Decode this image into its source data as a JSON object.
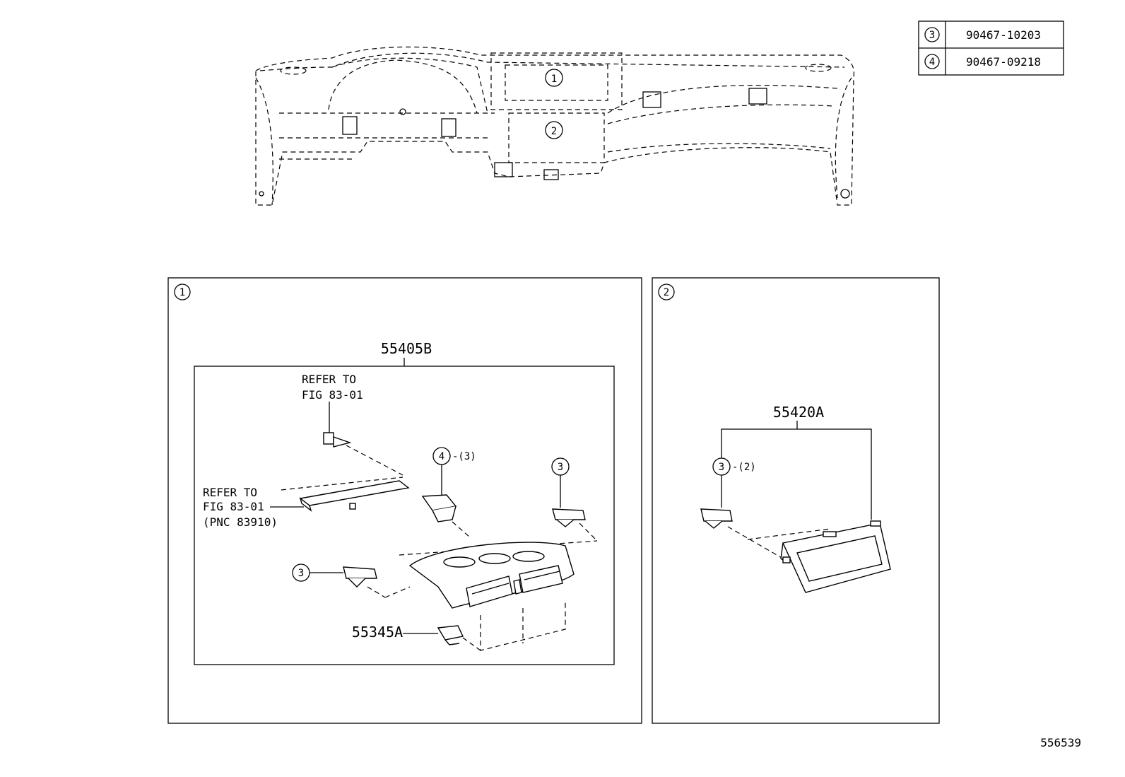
{
  "legend": [
    {
      "ref": "3",
      "part": "90467-10203"
    },
    {
      "ref": "4",
      "part": "90467-09218"
    }
  ],
  "overview": {
    "callout_1": "1",
    "callout_2": "2"
  },
  "panel1": {
    "ref": "1",
    "assembly_label": "55405B",
    "refer_top": [
      "REFER TO",
      "FIG 83-01"
    ],
    "refer_left": [
      "REFER TO",
      "FIG 83-01",
      "(PNC 83910)"
    ],
    "clip4_ref": "4",
    "clip4_qty": "-(3)",
    "clip3_right_ref": "3",
    "clip3_left_ref": "3",
    "clip_label": "55345A"
  },
  "panel2": {
    "ref": "2",
    "assembly_label": "55420A",
    "clip3_ref": "3",
    "clip3_qty": "-(2)"
  },
  "figure_id": "556539"
}
